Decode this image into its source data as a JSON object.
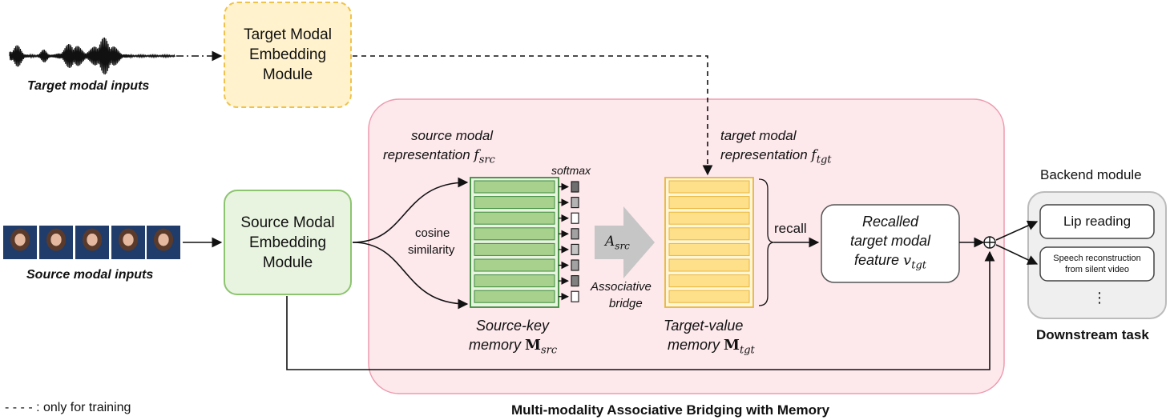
{
  "target_inputs_label": "Target modal inputs",
  "source_inputs_label": "Source modal inputs",
  "target_embedding": {
    "line1": "Target Modal",
    "line2": "Embedding",
    "line3": "Module"
  },
  "source_embedding": {
    "line1": "Source Modal",
    "line2": "Embedding",
    "line3": "Module"
  },
  "src_rep": {
    "line1": "source modal",
    "line2": "representation",
    "symbol": "f",
    "sub": "src"
  },
  "tgt_rep": {
    "line1": "target modal",
    "line2": "representation",
    "symbol": "f",
    "sub": "tgt"
  },
  "softmax_label": "softmax",
  "cosine_label": {
    "line1": "cosine",
    "line2": "similarity"
  },
  "assoc_symbol": {
    "symbol": "A",
    "sub": "src"
  },
  "assoc_bridge": {
    "line1": "Associative",
    "line2": "bridge"
  },
  "source_memory": {
    "line1": "Source-key",
    "line2": "memory",
    "symbol": "M",
    "sub": "src"
  },
  "target_memory": {
    "line1": "Target-value",
    "line2": "memory",
    "symbol": "M",
    "sub": "tgt"
  },
  "recall_label": "recall",
  "recalled": {
    "line1": "Recalled",
    "line2": "target modal",
    "line3": "feature",
    "symbol": "v",
    "sub": "tgt"
  },
  "backend_title": "Backend module",
  "tasks": {
    "lip_reading": "Lip reading",
    "speech_line1": "Speech reconstruction",
    "speech_line2": "from silent video",
    "more": "⋮"
  },
  "downstream_label": "Downstream task",
  "bridge_title": "Multi-modality Associative Bridging with Memory",
  "legend": {
    "dashes": "- - - -",
    "text": ": only for training"
  },
  "colors": {
    "pink_bg": "#fde8ec",
    "pink_border": "#ee9aae",
    "green_fill": "#a9d18e",
    "green_border": "#3d8c3d",
    "yellow_fill": "#ffe08a",
    "yellow_border": "#e8b53d",
    "softmax_fill": [
      0.85,
      0.45,
      0.0,
      0.55,
      0.35,
      0.55,
      0.75,
      0.0
    ],
    "target_module_bg": "#fff2cc",
    "source_module_bg": "#e8f4e0",
    "backend_bg": "#efefef"
  }
}
